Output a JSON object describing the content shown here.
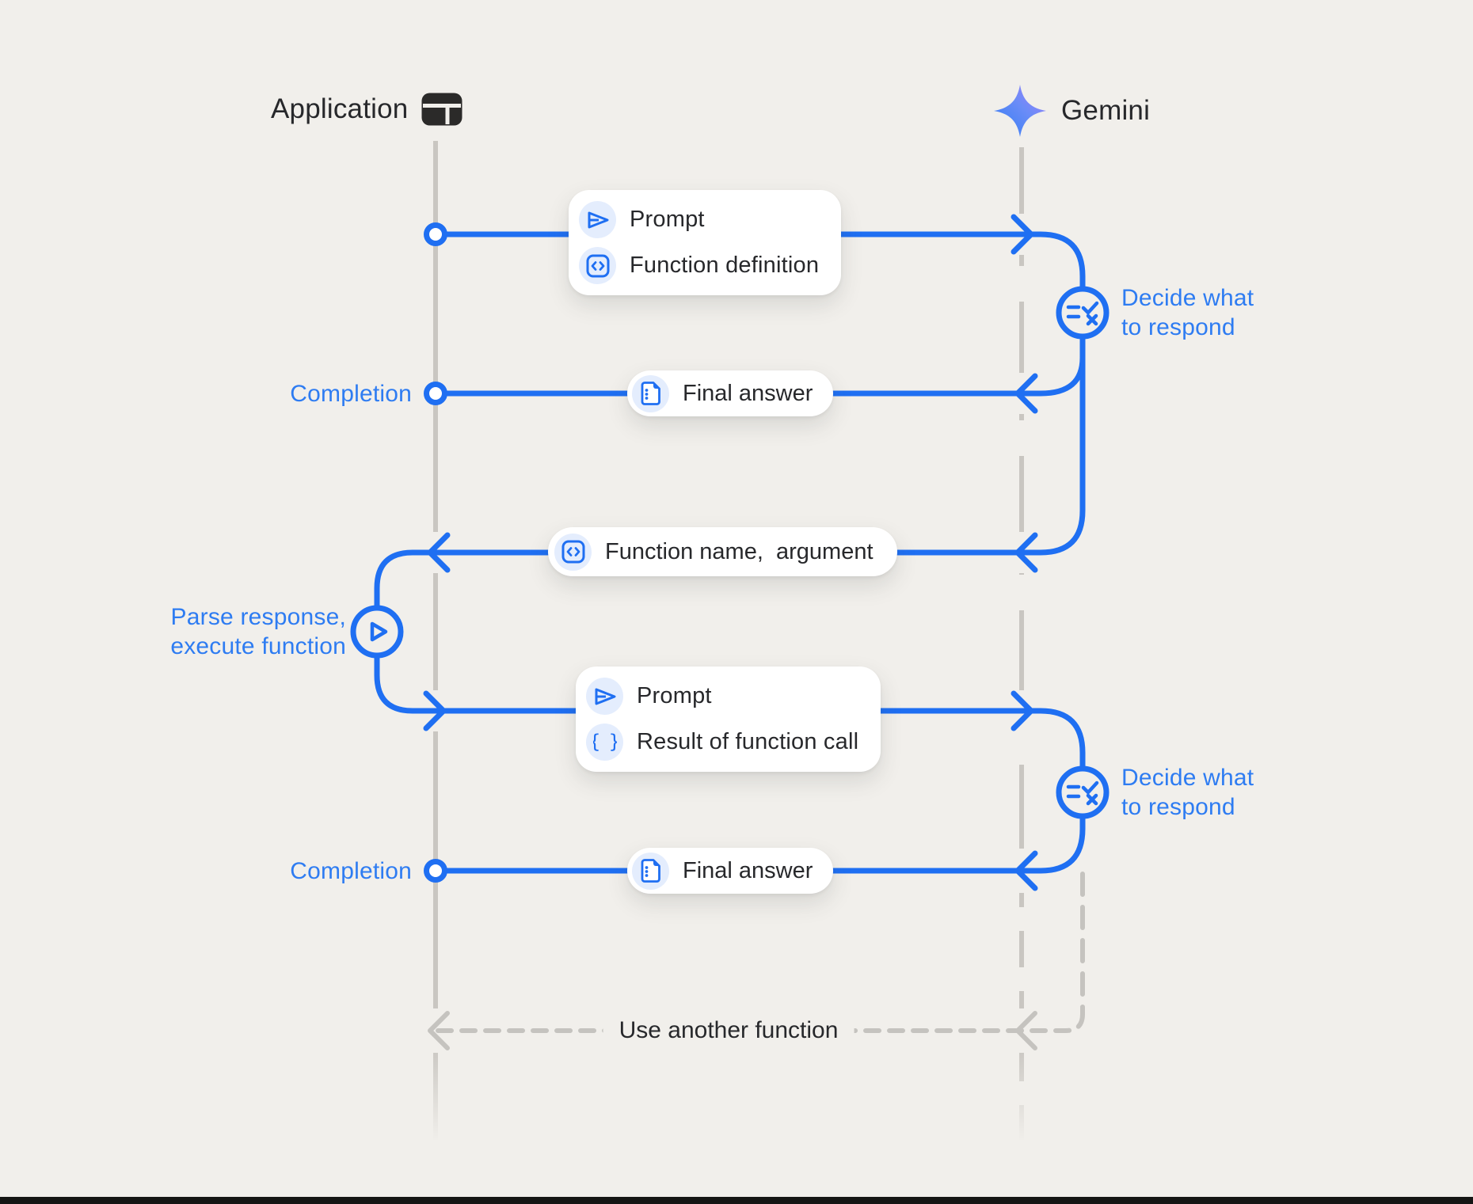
{
  "colors": {
    "background": "#f1efeb",
    "blue_line": "#1f6ff2",
    "blue_text": "#2e7cf2",
    "gray_line": "#c9c6c1",
    "dark_text": "#27282b",
    "icon_chip_bg": "#e4edfd",
    "box_bg": "#ffffff",
    "bottom_bar": "#151514"
  },
  "actors": {
    "application": {
      "label": "Application",
      "icon": "app-window-icon"
    },
    "gemini": {
      "label": "Gemini",
      "icon": "gemini-sparkle-icon"
    }
  },
  "boxes": [
    {
      "rows": [
        {
          "icon": "send-icon",
          "label": "Prompt"
        },
        {
          "icon": "code-icon",
          "label": "Function definition"
        }
      ]
    },
    {
      "rows": [
        {
          "icon": "document-icon",
          "label": "Final answer"
        }
      ]
    },
    {
      "rows": [
        {
          "icon": "code-icon",
          "label": "Function name,  argument"
        }
      ]
    },
    {
      "rows": [
        {
          "icon": "send-icon",
          "label": "Prompt"
        },
        {
          "icon": "braces-icon",
          "label": "Result of function call"
        }
      ]
    },
    {
      "rows": [
        {
          "icon": "document-icon",
          "label": "Final answer"
        }
      ]
    }
  ],
  "labels": {
    "completion_1": "Completion",
    "completion_2": "Completion",
    "decide_1_line1": "Decide what",
    "decide_1_line2": "to respond",
    "decide_2_line1": "Decide what",
    "decide_2_line2": "to respond",
    "parse_line1": "Parse response,",
    "parse_line2": "execute function",
    "use_another_function": "Use another function"
  }
}
